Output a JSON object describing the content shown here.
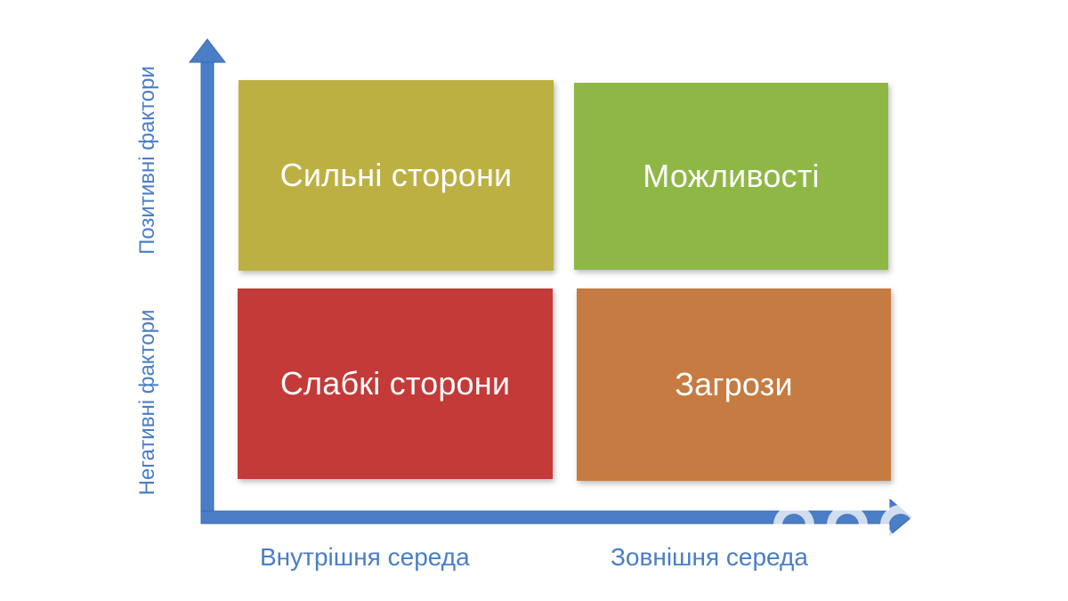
{
  "quadrants": {
    "strengths": {
      "label": "Сильні сторони",
      "color": "#bdb043"
    },
    "opportunities": {
      "label": "Можливості",
      "color": "#8fb746"
    },
    "weaknesses": {
      "label": "Слабкі сторони",
      "color": "#c43a38"
    },
    "threats": {
      "label": "Загрози",
      "color": "#c57b41"
    }
  },
  "axes": {
    "x": {
      "internal": "Внутрішня середа",
      "external": "Зовнішня середа"
    },
    "y": {
      "positive": "Позитивні фактори",
      "negative": "Негативні фактори"
    },
    "color": "#4a7ec6"
  }
}
